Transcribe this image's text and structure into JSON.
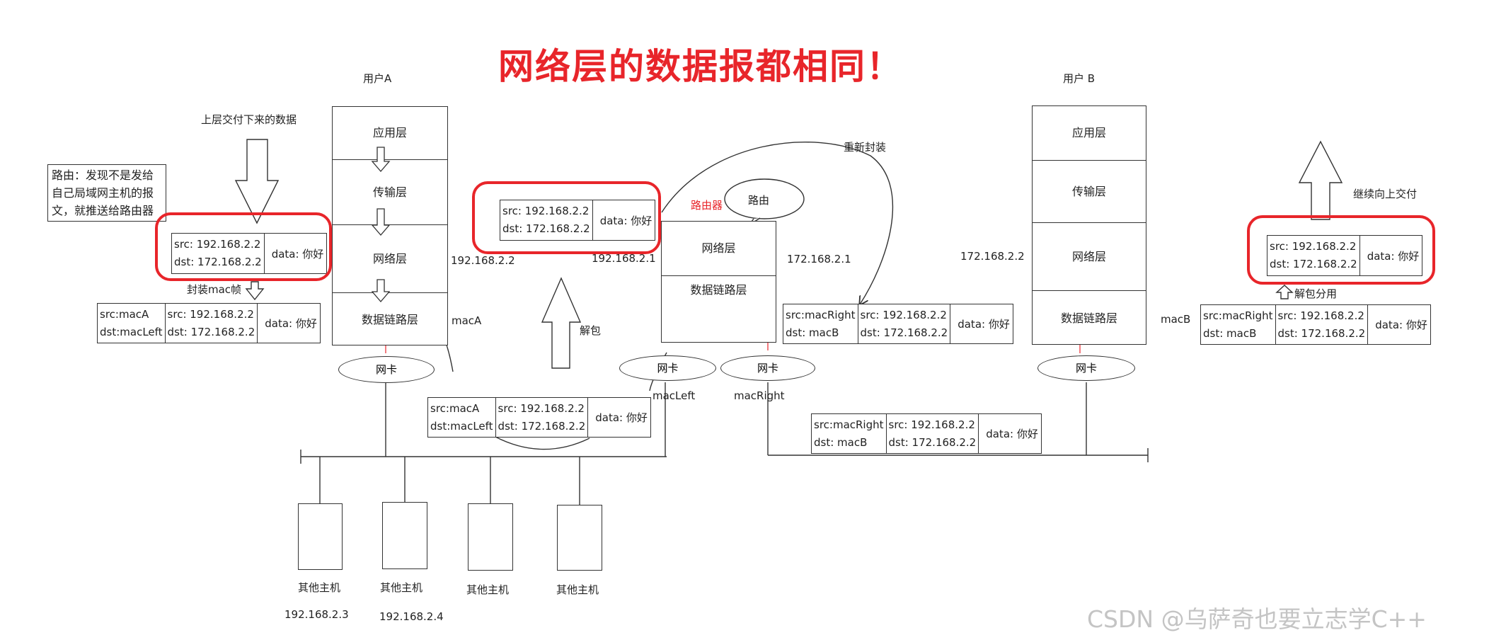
{
  "title": "网络层的数据报都相同！",
  "watermark": "CSDN @乌萨奇也要立志学C++",
  "userA": {
    "label": "用户A",
    "layers": [
      "应用层",
      "传输层",
      "网络层",
      "数据链路层"
    ],
    "ip": "192.168.2.2",
    "mac": "macA",
    "nic": "网卡"
  },
  "userB": {
    "label": "用户 B",
    "layers": [
      "应用层",
      "传输层",
      "网络层",
      "数据链路层"
    ],
    "ip": "172.168.2.2",
    "mac": "macB",
    "nic": "网卡"
  },
  "router": {
    "label": "路由器",
    "bubble": "路由",
    "layers": [
      "网络层",
      "数据链路层"
    ],
    "left_ip": "192.168.2.1",
    "right_ip": "172.168.2.1",
    "left_mac": "macLeft",
    "right_mac": "macRight",
    "left_nic": "网卡",
    "right_nic": "网卡"
  },
  "annotations": {
    "upper_delivery": "上层交付下来的数据",
    "routing_note": [
      "路由：发现不是发给",
      "自己局域网主机的报",
      "文，就推送给路由器"
    ],
    "encap_mac": "封装mac帧",
    "unpack": "解包",
    "re_encap": "重新封装",
    "continue_up": "继续向上交付",
    "unpack_share": "解包分用"
  },
  "packets": {
    "ip_a": {
      "src": "src: 192.168.2.2",
      "dst": "dst: 172.168.2.2",
      "data": "data: 你好"
    },
    "frame_a": {
      "src_mac": "src:macA",
      "dst_mac": "dst:macLeft",
      "src": "src: 192.168.2.2",
      "dst": "dst: 172.168.2.2",
      "data": "data: 你好"
    },
    "frame_wire_left": {
      "src_mac": "src:macA",
      "dst_mac": "dst:macLeft",
      "src": "src: 192.168.2.2",
      "dst": "dst: 172.168.2.2",
      "data": "data: 你好"
    },
    "ip_router": {
      "src": "src: 192.168.2.2",
      "dst": "dst: 172.168.2.2",
      "data": "data: 你好"
    },
    "frame_router": {
      "src_mac": "src:macRight",
      "dst_mac": "dst: macB",
      "src": "src: 192.168.2.2",
      "dst": "dst: 172.168.2.2",
      "data": "data: 你好"
    },
    "frame_wire_right": {
      "src_mac": "src:macRight",
      "dst_mac": "dst: macB",
      "src": "src: 192.168.2.2",
      "dst": "dst: 172.168.2.2",
      "data": "data: 你好"
    },
    "ip_b": {
      "src": "src: 192.168.2.2",
      "dst": "dst: 172.168.2.2",
      "data": "data: 你好"
    },
    "frame_b": {
      "src_mac": "src:macRight",
      "dst_mac": "dst: macB",
      "src": "src: 192.168.2.2",
      "dst": "dst: 172.168.2.2",
      "data": "data: 你好"
    }
  },
  "hosts": [
    {
      "label": "其他主机",
      "ip": "192.168.2.3"
    },
    {
      "label": "其他主机",
      "ip": "192.168.2.4"
    },
    {
      "label": "其他主机",
      "ip": ""
    },
    {
      "label": "其他主机",
      "ip": ""
    }
  ],
  "colors": {
    "highlight": "#e8252a",
    "line": "#333333",
    "watermark": "#c4c4c4"
  }
}
